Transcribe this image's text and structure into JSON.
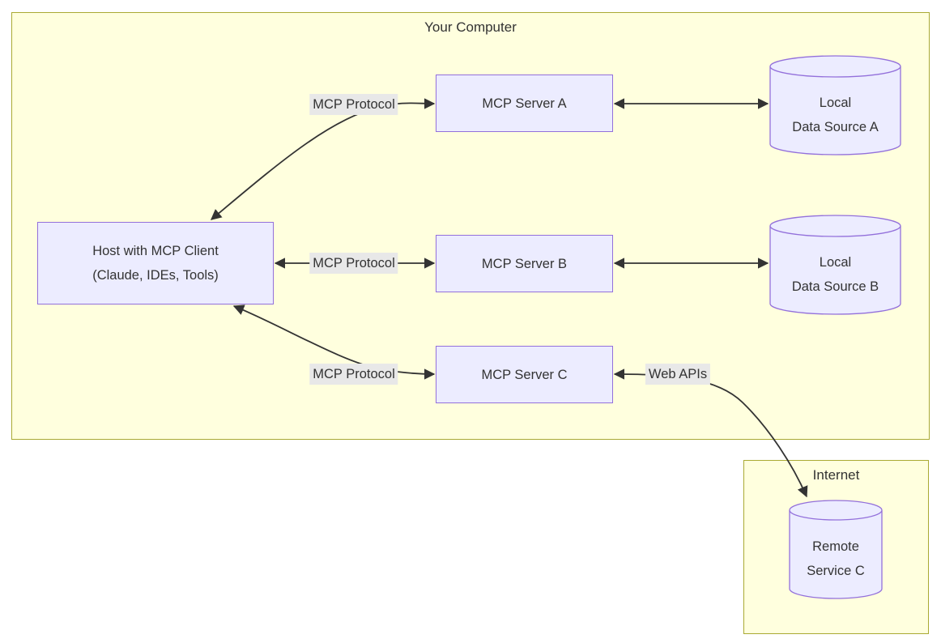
{
  "clusters": {
    "your_computer": {
      "title": "Your Computer"
    },
    "internet": {
      "title": "Internet"
    }
  },
  "nodes": {
    "host": {
      "line1": "Host with MCP Client",
      "line2": "(Claude, IDEs, Tools)"
    },
    "server_a": {
      "label": "MCP Server A"
    },
    "server_b": {
      "label": "MCP Server B"
    },
    "server_c": {
      "label": "MCP Server C"
    },
    "source_a": {
      "line1": "Local",
      "line2": "Data Source A"
    },
    "source_b": {
      "line1": "Local",
      "line2": "Data Source B"
    },
    "remote_c": {
      "line1": "Remote",
      "line2": "Service C"
    }
  },
  "edge_labels": {
    "host_server_a": "MCP Protocol",
    "host_server_b": "MCP Protocol",
    "host_server_c": "MCP Protocol",
    "server_c_remote": "Web APIs"
  },
  "colors": {
    "cluster_fill": "#ffffde",
    "cluster_border": "#aaaa33",
    "node_fill": "#ececff",
    "node_border": "#9370db",
    "edge": "#333333",
    "edge_label_bg": "#e8e8e8",
    "text": "#333333"
  }
}
